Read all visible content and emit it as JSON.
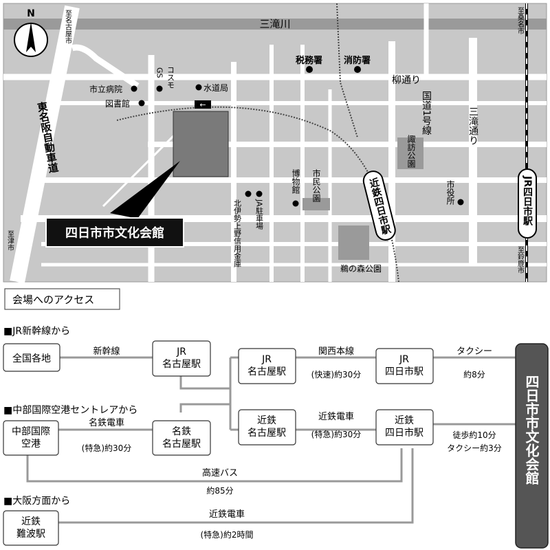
{
  "map": {
    "north_letter": "N",
    "river": "三滝川",
    "dir_komaki": "至名古屋市",
    "dir_kuwana": "至桑名市",
    "dir_tsu": "至津市",
    "dir_suzuka": "至鈴鹿市",
    "expressway": "東名阪自動車道",
    "yanagi_dori": "柳通り",
    "route1": "国道1号線",
    "mitaki_dori": "三滝通り",
    "kintetsu_station": "近鉄四日市駅",
    "jr_station": "JR四日市駅",
    "venue_label": "四日市市文化会館",
    "arrow_symbol": "←",
    "landmarks": [
      {
        "id": "zeimusho",
        "label": "税務署"
      },
      {
        "id": "shobosho",
        "label": "消防署"
      },
      {
        "id": "hospital",
        "label": "市立病院"
      },
      {
        "id": "gs",
        "label": "GS"
      },
      {
        "id": "cosmo",
        "label": "コスモ"
      },
      {
        "id": "suidokyoku",
        "label": "水道局"
      },
      {
        "id": "library",
        "label": "図書館"
      },
      {
        "id": "suwa_park",
        "label": "諏訪公園"
      },
      {
        "id": "museum",
        "label": "博物館"
      },
      {
        "id": "shimin_park",
        "label": "市民公園"
      },
      {
        "id": "city_hall",
        "label": "市役所"
      },
      {
        "id": "shinkin",
        "label": "北伊勢上野信用金庫"
      },
      {
        "id": "ja_parking",
        "label": "JA駐車場"
      },
      {
        "id": "unomori_park",
        "label": "鵜の森公園"
      }
    ]
  },
  "access": {
    "title": "会場へのアクセス",
    "venue_box": "四日市市文化会館",
    "sections": {
      "shinkansen": "■JR新幹線から",
      "centrair": "■中部国際空港セントレアから",
      "osaka": "■大阪方面から"
    },
    "nodes": {
      "zenkoku": "全国各地",
      "jr_nagoya_1": "JR\n名古屋駅",
      "jr_nagoya_2": "JR\n名古屋駅",
      "jr_yokkaichi": "JR\n四日市駅",
      "centrair": "中部国際\n空港",
      "meitetsu_nagoya": "名鉄\n名古屋駅",
      "kintetsu_nagoya": "近鉄\n名古屋駅",
      "kintetsu_yokkaichi": "近鉄\n四日市駅",
      "kintetsu_namba": "近鉄\n難波駅"
    },
    "edges": {
      "shinkansen": "新幹線",
      "kansai_line": "関西本線",
      "kansai_time": "(快速)約30分",
      "taxi": "タクシー",
      "taxi_time": "約8分",
      "meitetsu": "名鉄電車",
      "meitetsu_time": "(特急)約30分",
      "kintetsu": "近鉄電車",
      "kintetsu_time": "(特急)約30分",
      "walk_time": "徒歩約10分",
      "taxi_time_2": "タクシー約3分",
      "bus": "高速バス",
      "bus_time": "約85分",
      "osaka_kintetsu": "近鉄電車",
      "osaka_time": "(特急)約2時間"
    }
  }
}
